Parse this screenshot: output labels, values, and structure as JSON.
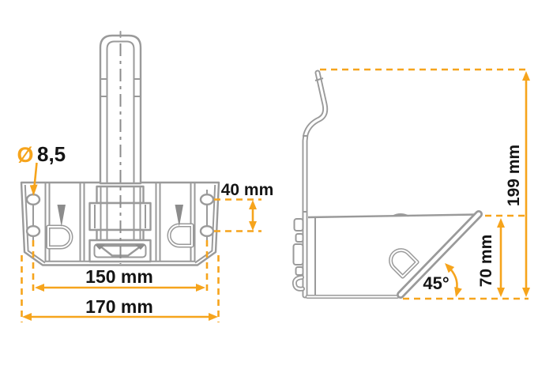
{
  "colors": {
    "accent": "#F6A41C",
    "line": "#9A9A9A",
    "dark": "#8C8C8C",
    "ink": "#141414",
    "background": "#FFFFFF"
  },
  "dimensions": {
    "hole_diameter_symbol": "Ø",
    "hole_diameter_value": "8,5",
    "hole_spacing": "40 mm",
    "hole_pitch": "150 mm",
    "plate_width": "170 mm",
    "overall_height": "199 mm",
    "channel_height": "70 mm",
    "bend_angle": "45°"
  }
}
